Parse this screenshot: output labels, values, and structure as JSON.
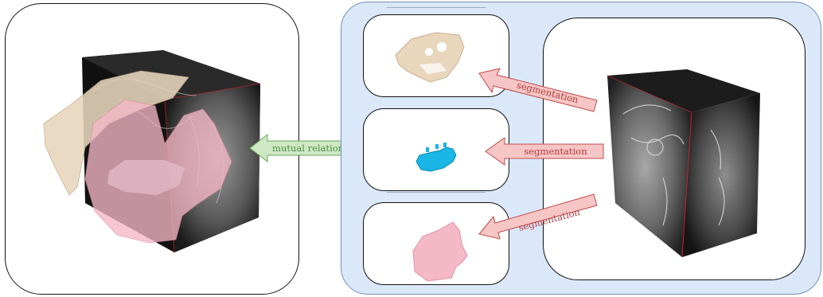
{
  "arrows": {
    "segmentation_top": "segmentation",
    "segmentation_middle": "segmentation",
    "segmentation_bottom": "segmentation",
    "mutual_relations": "mutual relations"
  },
  "colors": {
    "group_background": "#dbe8fa",
    "segmentation_arrow_fill": "#f6c6c6",
    "segmentation_arrow_stroke": "#c24a4a",
    "segmentation_text": "#b23a3a",
    "relations_arrow_fill": "#cfe8c4",
    "relations_arrow_stroke": "#6aa75c",
    "relations_text": "#4f8f44",
    "bone": "#e8d6bd",
    "teeth": "#19b6e6",
    "soft_tissue": "#f4b8c6"
  },
  "icons": {
    "fused_volume": "fused-ct-volume-icon",
    "ct_volume": "ct-volume-icon",
    "skull": "skull-segment-icon",
    "teeth": "teeth-segment-icon",
    "face": "face-soft-tissue-icon"
  }
}
